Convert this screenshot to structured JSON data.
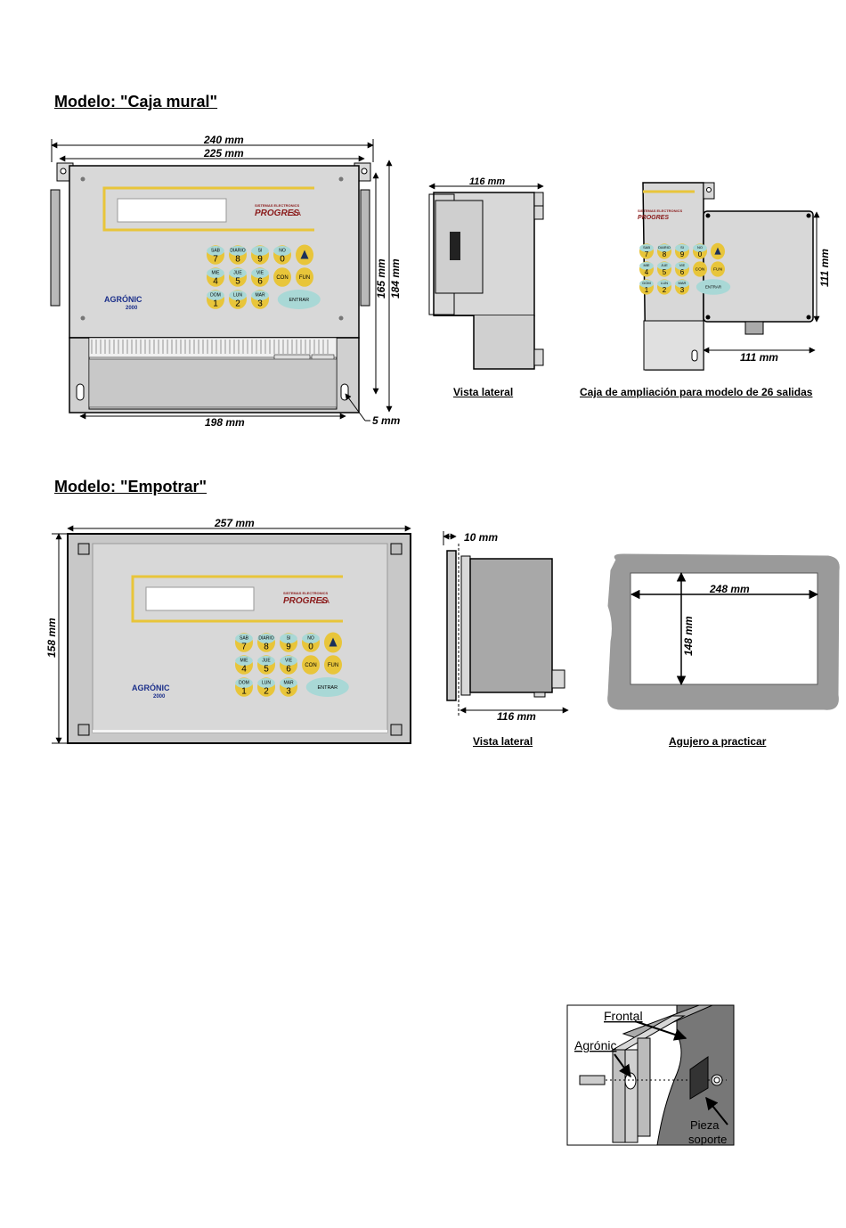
{
  "sections": {
    "wall": {
      "heading": "Modelo: \"Caja mural\"",
      "dims": {
        "width_outer": "240 mm",
        "width_inner": "225 mm",
        "height_inner": "165 mm",
        "height_outer": "184 mm",
        "bottom_width": "198 mm",
        "hole_offset": "5 mm",
        "side_depth": "116 mm",
        "ext_height": "111 mm",
        "ext_width": "111 mm"
      },
      "captions": {
        "side_view": "Vista lateral",
        "extension": "Caja de ampliación para modelo de 26 salidas"
      }
    },
    "flush": {
      "heading": "Modelo: \"Empotrar\"",
      "dims": {
        "width": "257 mm",
        "height": "158 mm",
        "frame": "10 mm",
        "depth": "116 mm",
        "hole_width": "248 mm",
        "hole_height": "148 mm"
      },
      "captions": {
        "side_view": "Vista lateral",
        "hole": "Agujero a practicar"
      }
    }
  },
  "device": {
    "brand_small": "SISTEMAS ELECTRONICS",
    "brand": "PROGRES",
    "brand_suffix": "S.A",
    "model_name": "AGRÓNIC",
    "model_number": "2000",
    "keys": [
      {
        "top": "SAB",
        "num": "7"
      },
      {
        "top": "DIARIO",
        "num": "8"
      },
      {
        "top": "SI",
        "num": "9"
      },
      {
        "top": "NO",
        "num": "0"
      },
      {
        "top": "MIE",
        "num": "4"
      },
      {
        "top": "JUE",
        "num": "5"
      },
      {
        "top": "VIE",
        "num": "6"
      },
      {
        "top": "",
        "num": "CON"
      },
      {
        "top": "",
        "num": "FUN"
      },
      {
        "top": "DOM",
        "num": "1"
      },
      {
        "top": "LUN",
        "num": "2"
      },
      {
        "top": "MAR",
        "num": "3"
      }
    ],
    "enter_label": "ENTRAR"
  },
  "mounting_detail": {
    "label_front": "Frontal",
    "label_agronic": "Agrónic",
    "label_support_1": "Pieza",
    "label_support_2": "soporte"
  },
  "colors": {
    "panel": "#d8d8d8",
    "frame": "#c8c8c8",
    "yellow": "#e8c53a",
    "teal": "#a9d8d6",
    "brand": "#8a1a1a",
    "model": "#1b2f8a",
    "dark_gray": "#9a9a9a"
  }
}
